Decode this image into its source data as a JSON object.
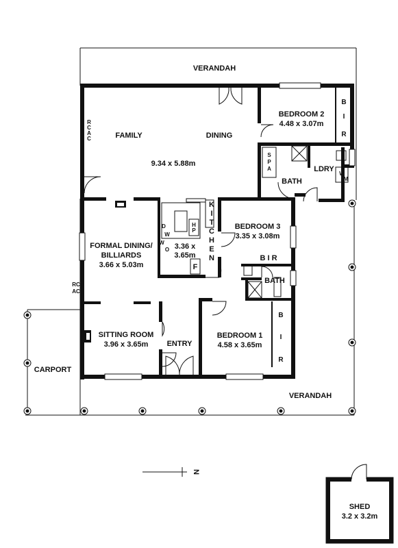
{
  "rooms": {
    "verandah_top": "VERANDAH",
    "family": "FAMILY",
    "dining": "DINING",
    "family_dims": "9.34 x 5.88m",
    "bedroom2": "BEDROOM 2",
    "bedroom2_dims": "4.48 x 3.07m",
    "bir2": [
      "B",
      "I",
      "R"
    ],
    "spa": [
      "S",
      "P",
      "A"
    ],
    "bath1": "BATH",
    "ldry": "LDRY",
    "wm": [
      "W",
      "M"
    ],
    "rcac1": [
      "R",
      "C",
      "A",
      "C"
    ],
    "kitchen": [
      "K",
      "I",
      "T",
      "C",
      "H",
      "E",
      "N"
    ],
    "kitchen_dims_1": "3.36 x",
    "kitchen_dims_2": "3.65m",
    "dw": [
      "D",
      "W"
    ],
    "wo": [
      "W",
      "O"
    ],
    "hp": [
      "H",
      "P"
    ],
    "fridge": "F",
    "formal_1": "FORMAL DINING/",
    "formal_2": "BILLIARDS",
    "formal_dims": "3.66 x 5.03m",
    "bedroom3": "BEDROOM 3",
    "bedroom3_dims": "3.35 x 3.08m",
    "bir3": "B I R",
    "bath2": "BATH",
    "rcac2_1": "RC",
    "rcac2_2": "AC",
    "sitting": "SITTING ROOM",
    "sitting_dims": "3.96 x 3.65m",
    "entry": "ENTRY",
    "bedroom1": "BEDROOM 1",
    "bedroom1_dims": "4.58 x 3.65m",
    "bir1": [
      "B",
      "I",
      "R"
    ],
    "carport": "CARPORT",
    "verandah_bottom": "VERANDAH",
    "north": "N",
    "shed": "SHED",
    "shed_dims": "3.2 x 3.2m"
  }
}
